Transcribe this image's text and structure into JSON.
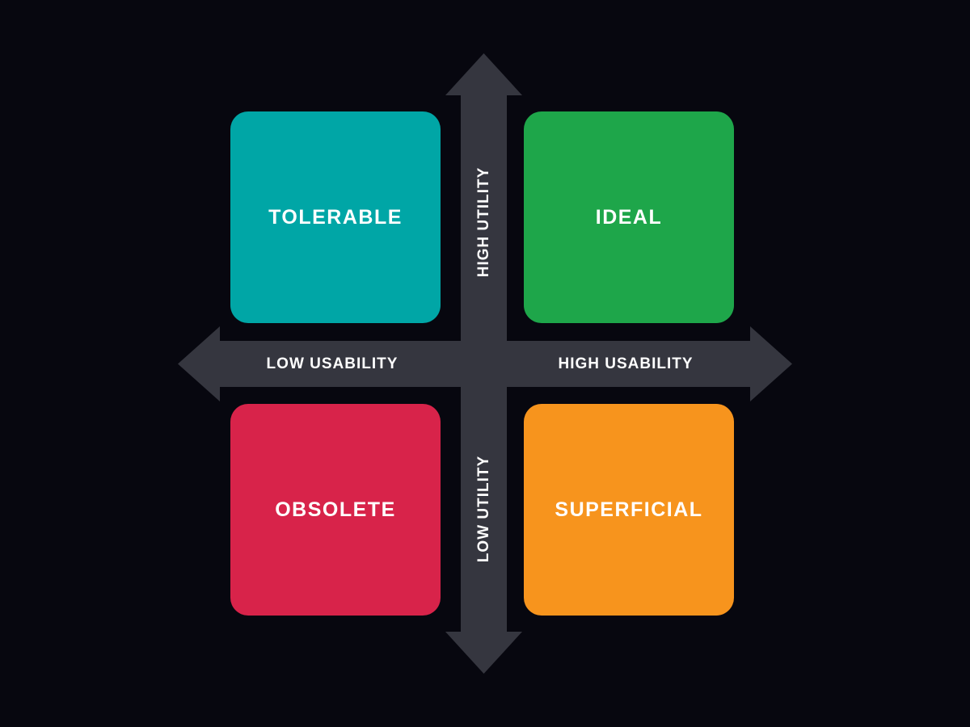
{
  "diagram": {
    "quadrants": [
      {
        "id": "tolerable",
        "label": "TOLERABLE",
        "color": "#00A6A6",
        "position": "top-left"
      },
      {
        "id": "ideal",
        "label": "IDEAL",
        "color": "#1EA64A",
        "position": "top-right"
      },
      {
        "id": "obsolete",
        "label": "OBSOLETE",
        "color": "#D8234A",
        "position": "bottom-left"
      },
      {
        "id": "superficial",
        "label": "SUPERFICIAL",
        "color": "#F7941D",
        "position": "bottom-right"
      }
    ],
    "axes": {
      "vertical": {
        "top_label": "HIGH UTILITY",
        "bottom_label": "LOW UTILITY"
      },
      "horizontal": {
        "left_label": "LOW USABILITY",
        "right_label": "HIGH USABILITY"
      }
    },
    "colors": {
      "background": "#07070F",
      "arrow": "#35363F",
      "text": "#FFFFFF"
    }
  }
}
